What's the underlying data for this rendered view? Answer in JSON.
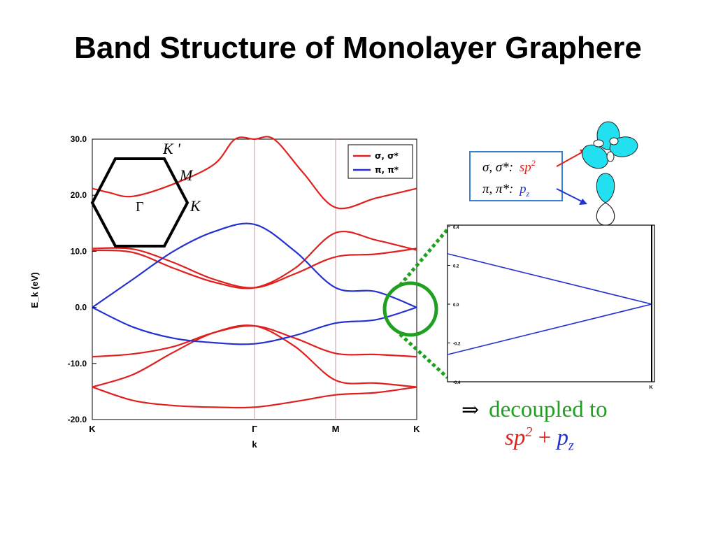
{
  "slide": {
    "title": "Band Structure of Monolayer Graphere"
  },
  "colors": {
    "sigma": "#e0201e",
    "pi": "#2431d0",
    "highlight": "#20a020",
    "box_border": "#3a7fd0",
    "orbital": "#22e0f0"
  },
  "chart_data": [
    {
      "type": "line",
      "title": "",
      "xlabel": "k",
      "ylabel": "E_k (eV)",
      "ylim": [
        -20,
        30
      ],
      "yticks": [
        "30.0",
        "20.0",
        "10.0",
        "0.0",
        "-10.0",
        "-20.0"
      ],
      "xticks": [
        "K",
        "Γ",
        "M",
        "K"
      ],
      "x_positions": [
        0,
        1,
        1.5,
        2
      ],
      "grid": "vertical lines at Γ and M",
      "legend": {
        "placement": "top-right",
        "entries": [
          {
            "label": "σ, σ*",
            "color": "#e0201e"
          },
          {
            "label": "π, π*",
            "color": "#2431d0"
          }
        ]
      },
      "series": [
        {
          "name": "σ, σ*",
          "band": "sigma_bottom",
          "x": [
            0,
            0.25,
            0.5,
            0.75,
            1,
            1.25,
            1.5,
            1.75,
            2
          ],
          "y": [
            -14.2,
            -16.6,
            -17.5,
            -17.8,
            -17.8,
            -16.8,
            -15.6,
            -15.2,
            -14.2
          ]
        },
        {
          "name": "σ, σ*",
          "band": "sigma_low_a",
          "x": [
            0,
            0.25,
            0.5,
            0.75,
            1,
            1.25,
            1.5,
            1.75,
            2
          ],
          "y": [
            -14.2,
            -12,
            -8,
            -4.5,
            -3.3,
            -7,
            -13,
            -13.5,
            -14.2
          ]
        },
        {
          "name": "σ, σ*",
          "band": "sigma_low_b",
          "x": [
            0,
            0.25,
            0.5,
            0.75,
            1,
            1.25,
            1.5,
            1.75,
            2
          ],
          "y": [
            -8.8,
            -8.3,
            -7,
            -4.5,
            -3.3,
            -5.5,
            -8.2,
            -8.4,
            -8.8
          ]
        },
        {
          "name": "σ, σ*",
          "band": "sigma_mid_a",
          "x": [
            0,
            0.25,
            0.5,
            0.75,
            1,
            1.25,
            1.5,
            1.75,
            2
          ],
          "y": [
            10.2,
            9.8,
            7,
            4.5,
            3.5,
            7,
            13.3,
            12,
            10.2
          ]
        },
        {
          "name": "σ, σ*",
          "band": "sigma_mid_b",
          "x": [
            0,
            0.25,
            0.5,
            0.75,
            1,
            1.25,
            1.5,
            1.75,
            2
          ],
          "y": [
            10.5,
            10.4,
            8,
            5,
            3.5,
            6,
            9,
            9.5,
            10.5
          ]
        },
        {
          "name": "σ, σ*",
          "band": "sigma_top",
          "x": [
            0,
            0.1,
            0.25,
            0.5,
            0.75,
            0.88,
            1,
            1.12,
            1.3,
            1.5,
            1.75,
            2
          ],
          "y": [
            21.2,
            20.5,
            19.8,
            22,
            25.5,
            30,
            30,
            30,
            24,
            17.8,
            19.5,
            21.2
          ]
        },
        {
          "name": "π, π*",
          "band": "pi",
          "x": [
            0,
            0.25,
            0.5,
            0.75,
            1,
            1.25,
            1.5,
            1.75,
            2
          ],
          "y": [
            0,
            5,
            10,
            13.5,
            14.8,
            10,
            3.5,
            2.8,
            0
          ]
        },
        {
          "name": "π, π*",
          "band": "pi_star",
          "x": [
            0,
            0.25,
            0.5,
            0.75,
            1,
            1.25,
            1.5,
            1.75,
            2
          ],
          "y": [
            0,
            -3.5,
            -5.5,
            -6.3,
            -6.5,
            -5,
            -2.8,
            -2.2,
            0
          ]
        }
      ]
    },
    {
      "type": "line",
      "title": "",
      "yticks": [
        "0.4",
        "0.2",
        "0.0",
        "-0.2",
        "-0.4"
      ],
      "ylim": [
        -0.4,
        0.4
      ],
      "xticks": [
        "K"
      ],
      "xlim": [
        0,
        1
      ],
      "series": [
        {
          "band": "pi_star_zoom",
          "x": [
            0,
            1
          ],
          "y": [
            0.26,
            0
          ]
        },
        {
          "band": "pi_zoom",
          "x": [
            0,
            1
          ],
          "y": [
            -0.26,
            0
          ]
        }
      ]
    }
  ],
  "brillouin_zone": {
    "labels": {
      "k_prime": "K '",
      "m": "M",
      "gamma": "Γ",
      "k": "K"
    }
  },
  "legend_box": {
    "sigma_label": "σ, σ*:",
    "sigma_orbital": "sp",
    "sigma_orbital_sup": "2",
    "pi_label": "π, π*:",
    "pi_orbital": "p",
    "pi_orbital_sub": "z"
  },
  "conclusion": {
    "arrow": "⇒",
    "line1": "decoupled to",
    "line2_a": "sp",
    "line2_a_sup": "2",
    "line2_plus": " + ",
    "line2_b": "p",
    "line2_b_sub": "z"
  }
}
